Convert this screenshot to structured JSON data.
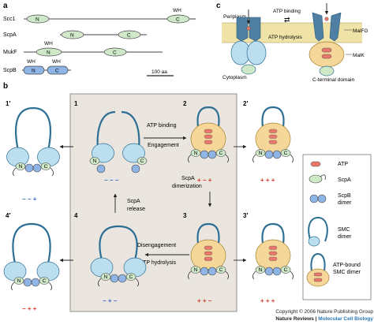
{
  "panel_letters": {
    "a": "a",
    "b": "b",
    "c": "c"
  },
  "panel_a": {
    "proteins": [
      {
        "name": "Scc1",
        "domain_left": "N",
        "domain_right": "C",
        "motif": "WH"
      },
      {
        "name": "ScpA",
        "domain_left": "N",
        "domain_right": "C"
      },
      {
        "name": "MukF",
        "domain_left": "N",
        "domain_right": "C",
        "motif": "WH"
      },
      {
        "name": "ScpB",
        "domain_left": "N",
        "domain_right": "C",
        "motif_left": "WH",
        "motif_right": "WH"
      }
    ],
    "scale_bar": "100 aa"
  },
  "panel_c": {
    "periplasm": "Periplasm",
    "cytoplasm": "Cytoplasm",
    "atp_binding": "ATP binding",
    "atp_hydrolysis": "ATP hydrolysis",
    "malfg": "MalFG",
    "malk": "MalK",
    "c_terminal": "C-terminal domain",
    "arrows": "⇄"
  },
  "panel_b": {
    "states": {
      "s1": "1",
      "s2": "2",
      "s3": "3",
      "s4": "4",
      "s1p": "1′",
      "s2p": "2′",
      "s3p": "3′",
      "s4p": "4′"
    },
    "transitions": {
      "atp_binding": "ATP binding",
      "engagement": "Engagement",
      "scpa_dimerization_1": "ScpA",
      "scpa_dimerization_2": "dimerization",
      "disengagement": "Disengagement",
      "atp_hydrolysis": "ATP hydrolysis",
      "scpa_release_1": "ScpA",
      "scpa_release_2": "release"
    },
    "charges": {
      "c1p": "− − +",
      "c1": "− − −",
      "c2": "+ − +",
      "c2p": "+ + +",
      "c3": "+ + −",
      "c3p": "+ + +",
      "c4": "− + −",
      "c4p": "− + +"
    },
    "domain_letters": {
      "n": "N",
      "c": "C"
    }
  },
  "legend": {
    "atp": "ATP",
    "scpa": "ScpA",
    "scpb_1": "ScpB",
    "scpb_2": "dimer",
    "smc_1": "SMC",
    "smc_2": "dimer",
    "atpbound_1": "ATP-bound",
    "atpbound_2": "SMC dimer"
  },
  "credits": {
    "copyright": "Copyright © 2006 Nature Publishing Group",
    "journal": "Nature Reviews",
    "separator": " | ",
    "series": "Molecular Cell Biology"
  },
  "colors": {
    "smc_blue": "#bcdff0",
    "smc_outline": "#2d6f94",
    "scpa_green": "#cfe8c8",
    "scpb_blue": "#8fb4e6",
    "atp_orange": "#f5d79a",
    "atp_pill": "#e9776b",
    "box_fill": "#eae6df",
    "charge_red": "#d23a2a",
    "charge_blue": "#3b6cc5"
  }
}
